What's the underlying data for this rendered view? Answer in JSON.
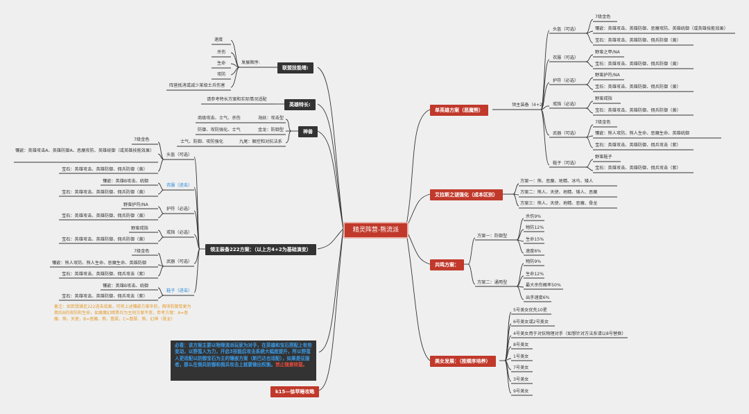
{
  "center": {
    "title": "精灵阵营-熊流派"
  },
  "alliance": {
    "title": "联盟技能塔:",
    "sub": "发展顺序:",
    "items": [
      "速度",
      "杀伤",
      "生命",
      "攻防",
      "阵营抵消或减少某级士兵伤害"
    ]
  },
  "hero_skill": {
    "title": "英雄特长:",
    "item": "请参考特长方案和实际情况适配"
  },
  "artifact": {
    "title": "神兽",
    "rows": [
      {
        "left": "商级攻击、士气、杀伤",
        "right": "海妖：攻击型"
      },
      {
        "left": "防御、攻防强化、士气",
        "right": "金龙：防御型"
      },
      {
        "left": "士气、防御、攻防强化",
        "right": "九尾：解控和对抗法系"
      }
    ]
  },
  "lord": {
    "title": "领主装备222方案：（以上方4+2为基础演变）",
    "helmet": {
      "label": "头盔（可选）",
      "items": [
        "7级金色",
        "镶嵌：英雄攻击A、英雄防御A、恶魔攻防、英雄统御（或英雄技能效果）",
        "宝石：英雄攻击、英雄防御、佣兵防御（黄）"
      ]
    },
    "clothes": {
      "label": "衣服（进击）",
      "items": [
        "镶嵌：英雄B攻击、统御",
        "宝石：英雄攻击、英雄防御、佣兵防御（黄）"
      ]
    },
    "amulet": {
      "label": "护符（必选）",
      "items": [
        "野蛮护符/NA",
        "宝石：英雄攻击、英雄防御、佣兵防御（黄）"
      ]
    },
    "ring": {
      "label": "戒指（必选）",
      "items": [
        "野蛮戒指",
        "宝石：英雄攻击、英雄防御、佣兵防御（黄）"
      ]
    },
    "weapon": {
      "label": "武器（可选）",
      "items": [
        "7级金色",
        "镶嵌：熊人攻防、熊人生命、恶魔生命、英雄防御",
        "宝石：英雄攻击、英雄防御、佣兵攻击（紫）"
      ]
    },
    "shoes": {
      "label": "鞋子（进击）",
      "items": [
        "镶嵌：英雄B攻击、统御",
        "宝石：英雄攻击、英雄防御、佣兵攻击（紫）"
      ]
    }
  },
  "warn_note": "备注：如若想满足222进击效果，可将上述镶嵌方案中的，两项防御变更为佣兵B的攻防和生命，如果魔幻暗黑兵为主则方案不变，参考方案：A=恶魔、熊、天使，B=恶魔、熊、翡翠，C=翡翠、熊、幻神（骨龙）",
  "must_note": {
    "text": "必看：该方案主要以物理流派玩家为对手，在英雄和宝石搭配上有些变动，以野蛮人为力，开启3技能后攻击系统大幅度提升，所以野蛮人更适配以防御宝石为主的镶嵌方案（斯巴达也适配），如果是征服者，那么在佣兵防御和佣兵攻击上就要做出权衡。",
    "highlight": "禁止随意转载。"
  },
  "k15": {
    "title": "k15—徐苹睡攻略"
  },
  "single_hero": {
    "title": "单英雄方案（恶魔熊）",
    "sub": "领主装备（4+2）",
    "helmet": {
      "label": "头盔（可选）",
      "items": [
        "7级金色",
        "镶嵌：英雄攻击、英雄防御、恶魔攻防、英雄统御（或英雄技能效果）",
        "宝石：英雄攻击、英雄防御、佣兵防御（黄）"
      ]
    },
    "clothes": {
      "label": "衣服（可选）",
      "items": [
        "野蛮之甲/NA",
        "宝石：英雄攻击、英雄防御、佣兵防御（黄）"
      ]
    },
    "amulet": {
      "label": "护符（必选）",
      "items": [
        "野蛮护符/NA",
        "宝石：英雄攻击、英雄防御、佣兵防御（黄）"
      ]
    },
    "ring": {
      "label": "戒指（必选）",
      "items": [
        "野蛮戒指",
        "宝石：英雄攻击、英雄防御、佣兵防御（黄）"
      ]
    },
    "weapon": {
      "label": "武器（可选）",
      "items": [
        "7级金色",
        "镶嵌：熊人攻防、熊人生命、恶魔生命、英雄统御",
        "宝石：英雄攻击、英雄防御、佣兵攻击（紫）"
      ]
    },
    "shoes": {
      "label": "鞋子（可选）",
      "items": [
        "野蛮鞋子",
        "宝石：英雄攻击、英雄防御、佣兵攻击（紫）"
      ]
    }
  },
  "prophet": {
    "title": "艾拉斯之谜强化（成本区别）",
    "items": [
      "方案一：熊、恶魔、地精、冰鸟、矮人",
      "方案二：熊人、天使、地精、矮人、恶魔",
      "方案三：熊人、天使、地精、恶魔、骨龙"
    ]
  },
  "cooking": {
    "title": "共鸣方案：",
    "plan1": {
      "label": "方案一：防御型",
      "items": [
        "杀伤9%",
        "物防12%",
        "生命15%",
        "速度6%"
      ]
    },
    "plan2": {
      "label": "方案二：通用型",
      "items": [
        "物防9%",
        "生命12%",
        "最大杀伤概率50%",
        "出手速度6%"
      ]
    }
  },
  "beauty": {
    "title": "美女发展：（按顺序培养）",
    "items": [
      "5号美女优先10星",
      "6号美女或2号美女",
      "4号美女用于对抗物理对手（如想针对方法系请以8号替换）",
      "8号美女",
      "1号美女",
      "7号美女",
      "3号美女",
      "9号美女"
    ]
  }
}
